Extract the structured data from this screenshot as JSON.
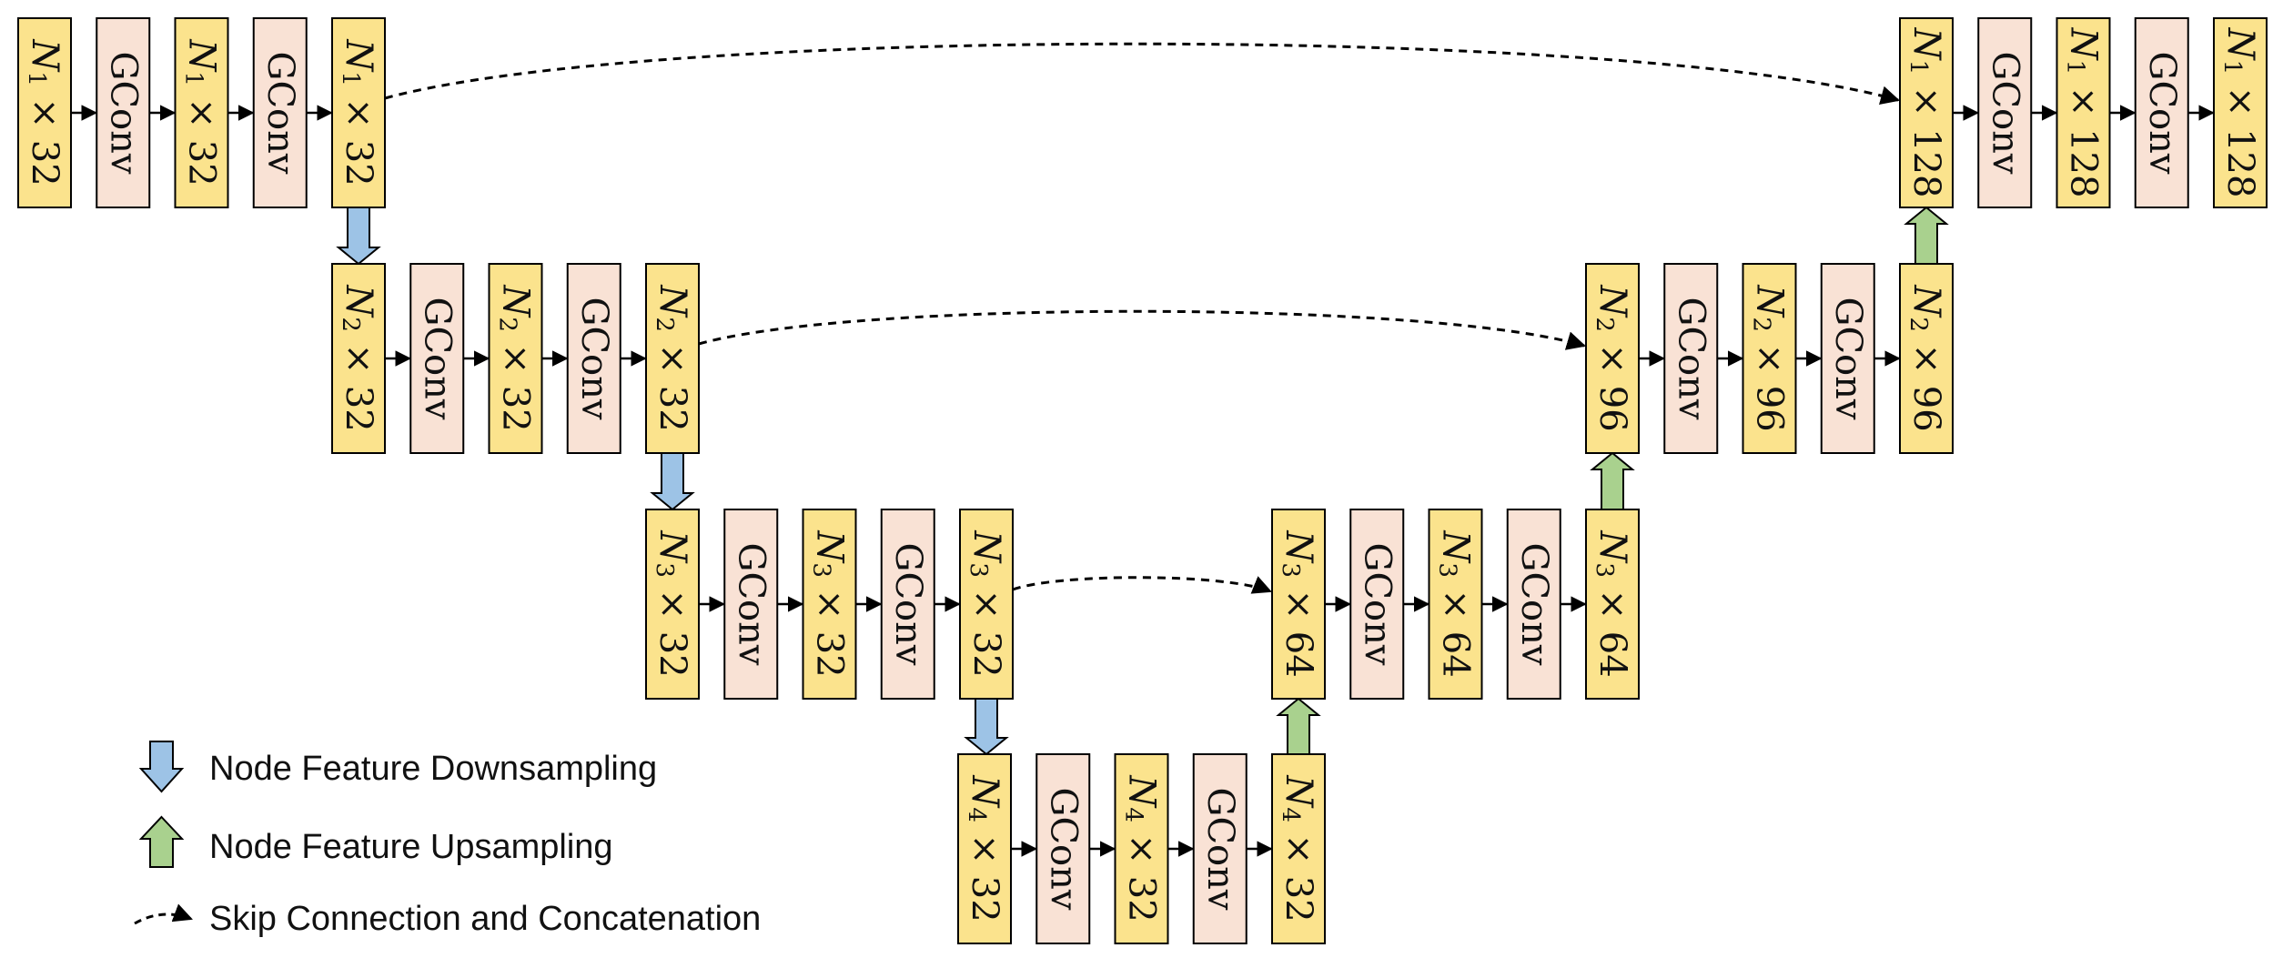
{
  "blocks": [
    {
      "id": "l1_f1",
      "node": "N",
      "sub": "1",
      "ch": "32"
    },
    {
      "id": "l1_c1",
      "conv": "GConv"
    },
    {
      "id": "l1_f2",
      "node": "N",
      "sub": "1",
      "ch": "32"
    },
    {
      "id": "l1_c2",
      "conv": "GConv"
    },
    {
      "id": "l1_f3",
      "node": "N",
      "sub": "1",
      "ch": "32"
    },
    {
      "id": "l2_f1",
      "node": "N",
      "sub": "2",
      "ch": "32"
    },
    {
      "id": "l2_c1",
      "conv": "GConv"
    },
    {
      "id": "l2_f2",
      "node": "N",
      "sub": "2",
      "ch": "32"
    },
    {
      "id": "l2_c2",
      "conv": "GConv"
    },
    {
      "id": "l2_f3",
      "node": "N",
      "sub": "2",
      "ch": "32"
    },
    {
      "id": "l3_f1",
      "node": "N",
      "sub": "3",
      "ch": "32"
    },
    {
      "id": "l3_c1",
      "conv": "GConv"
    },
    {
      "id": "l3_f2",
      "node": "N",
      "sub": "3",
      "ch": "32"
    },
    {
      "id": "l3_c2",
      "conv": "GConv"
    },
    {
      "id": "l3_f3",
      "node": "N",
      "sub": "3",
      "ch": "32"
    },
    {
      "id": "l4_f1",
      "node": "N",
      "sub": "4",
      "ch": "32"
    },
    {
      "id": "l4_c1",
      "conv": "GConv"
    },
    {
      "id": "l4_f2",
      "node": "N",
      "sub": "4",
      "ch": "32"
    },
    {
      "id": "l4_c2",
      "conv": "GConv"
    },
    {
      "id": "l4_f3",
      "node": "N",
      "sub": "4",
      "ch": "32"
    },
    {
      "id": "r3_f1",
      "node": "N",
      "sub": "3",
      "ch": "64"
    },
    {
      "id": "r3_c1",
      "conv": "GConv"
    },
    {
      "id": "r3_f2",
      "node": "N",
      "sub": "3",
      "ch": "64"
    },
    {
      "id": "r3_c2",
      "conv": "GConv"
    },
    {
      "id": "r3_f3",
      "node": "N",
      "sub": "3",
      "ch": "64"
    },
    {
      "id": "r2_f1",
      "node": "N",
      "sub": "2",
      "ch": "96"
    },
    {
      "id": "r2_c1",
      "conv": "GConv"
    },
    {
      "id": "r2_f2",
      "node": "N",
      "sub": "2",
      "ch": "96"
    },
    {
      "id": "r2_c2",
      "conv": "GConv"
    },
    {
      "id": "r2_f3",
      "node": "N",
      "sub": "2",
      "ch": "96"
    },
    {
      "id": "r1_f1",
      "node": "N",
      "sub": "1",
      "ch": "128"
    },
    {
      "id": "r1_c1",
      "conv": "GConv"
    },
    {
      "id": "r1_f2",
      "node": "N",
      "sub": "1",
      "ch": "128"
    },
    {
      "id": "r1_c2",
      "conv": "GConv"
    },
    {
      "id": "r1_f3",
      "node": "N",
      "sub": "1",
      "ch": "128"
    }
  ],
  "times_symbol": "×",
  "legend": {
    "downsampling": "Node Feature Downsampling",
    "upsampling": "Node Feature Upsampling",
    "skip": "Skip Connection and Concatenation"
  },
  "colors": {
    "feature_fill": "#FBE38D",
    "conv_fill": "#F9E2D5",
    "down_arrow": "#9DC3E6",
    "up_arrow": "#A9D18E",
    "stroke": "#000000"
  }
}
